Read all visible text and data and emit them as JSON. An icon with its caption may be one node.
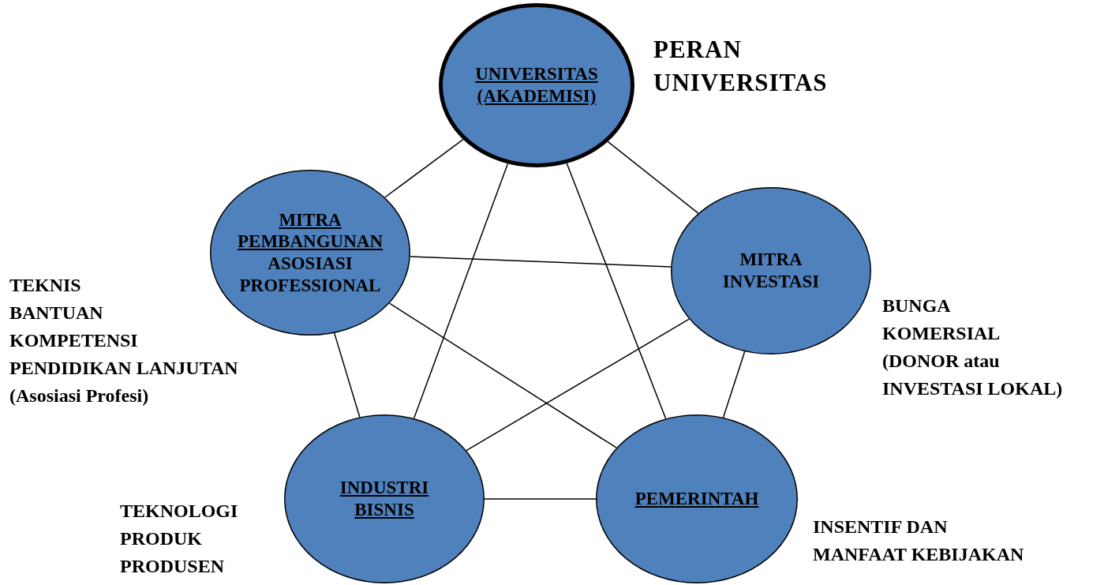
{
  "diagram": {
    "nodes": [
      {
        "text": [
          "UNIVERSITAS (AKADEMISI)"
        ],
        "beside": [
          "PERAN UNIVERSITAS"
        ]
      },
      {
        "text": [
          "MITRA PEMBANGUNAN",
          "ASOSIASI PROFESSIONAL"
        ],
        "beside": [
          "TEKNIS",
          "BANTUAN",
          "KOMPETENSI",
          "PENDIDIKAN LANJUTAN",
          "(Asosiasi Profesi)"
        ]
      },
      {
        "text": [
          "MITRA INVESTASI"
        ],
        "beside": [
          "BUNGA",
          "KOMERSIAL",
          "(DONOR atau",
          "INVESTASI LOKAL)"
        ]
      },
      {
        "text": [
          "INDUSTRI BISNIS"
        ],
        "beside": [
          "TEKNOLOGI",
          "PRODUK",
          "PRODUSEN"
        ]
      },
      {
        "text": [
          "PEMERINTAH"
        ],
        "beside": [
          "INSENTIF DAN",
          "MANFAAT KEBIJAKAN"
        ]
      }
    ],
    "edges": [
      {
        "from": 0,
        "to": 1,
        "arrow": "none"
      },
      {
        "from": 0,
        "to": 2,
        "arrow": "none"
      },
      {
        "from": 0,
        "to": 3,
        "arrow": "none"
      },
      {
        "from": 0,
        "to": 4,
        "arrow": "none"
      },
      {
        "from": 1,
        "to": 2,
        "arrow": "none"
      },
      {
        "from": 1,
        "to": 3,
        "arrow": "none"
      },
      {
        "from": 1,
        "to": 4,
        "arrow": "none"
      },
      {
        "from": 2,
        "to": 3,
        "arrow": "none"
      },
      {
        "from": 2,
        "to": 4,
        "arrow": "none"
      },
      {
        "from": 3,
        "to": 4,
        "arrow": "none"
      }
    ]
  }
}
